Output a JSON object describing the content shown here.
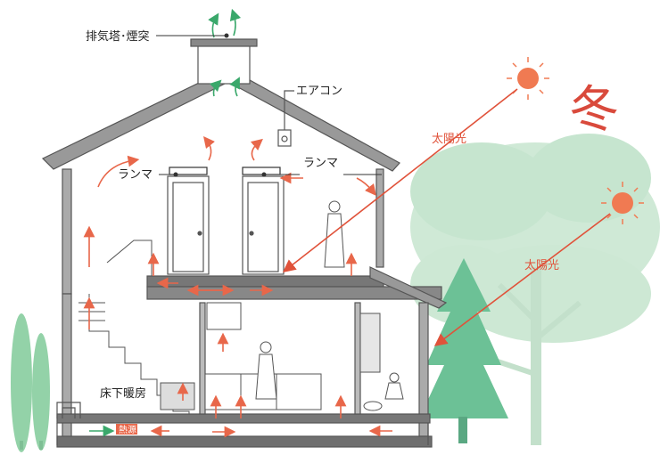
{
  "season": "冬",
  "labels": {
    "exhaust": "排気塔･煙突",
    "aircon": "エアコン",
    "ranma_left": "ランマ",
    "ranma_right": "ランマ",
    "sunlight_1": "太陽光",
    "sunlight_2": "太陽光",
    "floor_heating": "床下暖房",
    "heat_source": "熱源"
  },
  "colors": {
    "warm_arrow": "#e8674a",
    "cool_arrow": "#3aa86b",
    "sun": "#f07a52",
    "tree": "#bfe3c8",
    "pine": "#5cb98a",
    "structure": "#8a8a8a",
    "floor_slab": "#6f6f6f"
  }
}
